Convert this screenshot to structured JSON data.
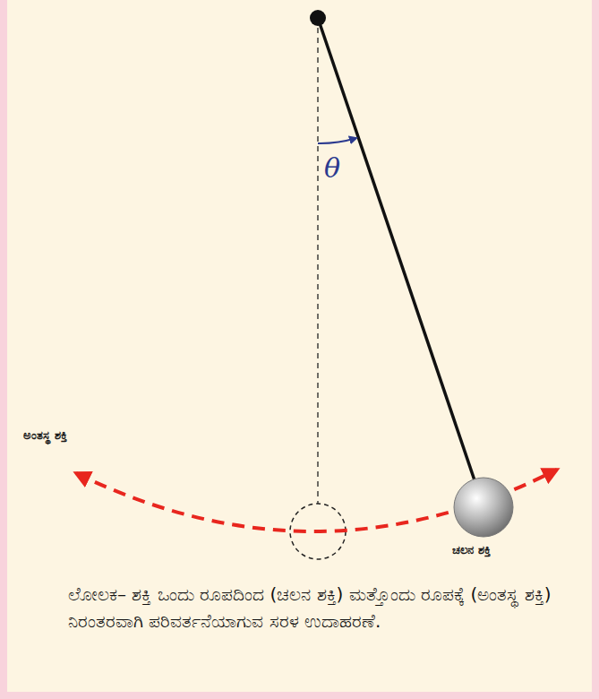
{
  "diagram": {
    "caption": "ಲೋಲಕ– ಶಕ್ತಿ ಒಂದು ರೂಪದಿಂದ (ಚಲನ ಶಕ್ತಿ) ಮತ್ತೊಂದು ರೂಪಕ್ಕೆ (ಅಂತಸ್ಥ ಶಕ್ತಿ) ನಿರಂತರವಾಗಿ ಪರಿವರ್ತನೆಯಾಗುವ ಸರಳ ಉದಾಹರಣೆ.",
    "labels": [
      "θ",
      "ಅಂತಸ್ಥ ಶಕ್ತಿ",
      "ಚಲನ ಶಕ್ತಿ"
    ]
  }
}
